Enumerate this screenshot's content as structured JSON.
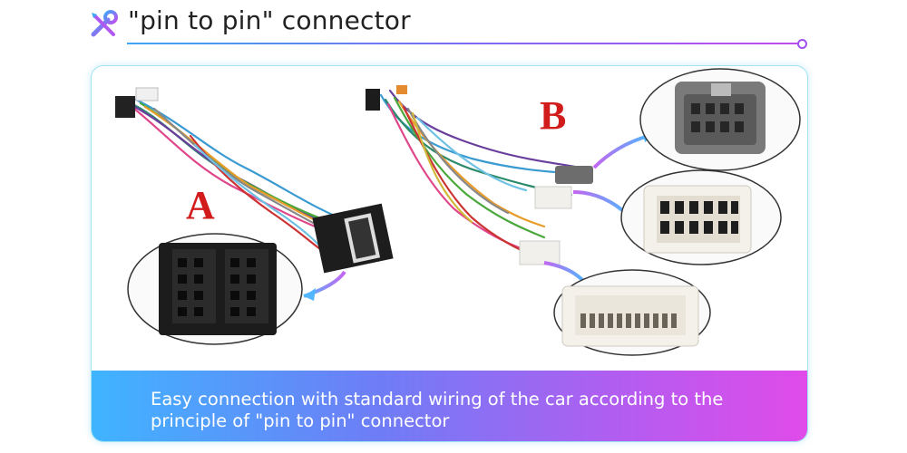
{
  "header": {
    "title": "\"pin to pin\" connector",
    "icon": "tools-icon"
  },
  "labels": {
    "a": "A",
    "b": "B"
  },
  "banner": {
    "line1": "Easy connection with standard wiring of the car according to the",
    "line2": "principle of \"pin to pin\" connector"
  },
  "colors": {
    "accent_blue": "#3fb4ff",
    "accent_purple": "#b55cf0",
    "accent_pink": "#e04be9",
    "label_red": "#d21c1c"
  }
}
